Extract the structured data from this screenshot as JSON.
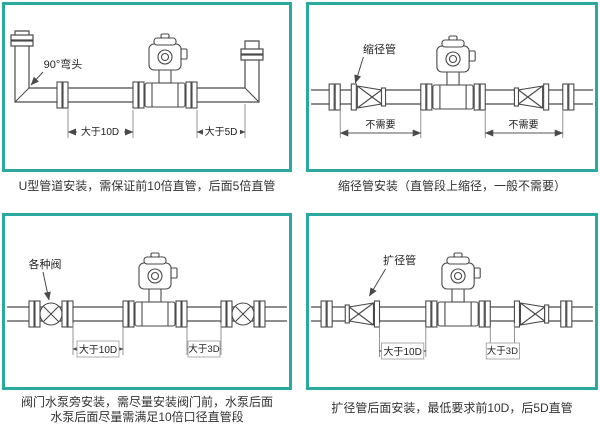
{
  "colors": {
    "panel_border": "#2BA9A1",
    "line_art": "#4a4a4a",
    "caption_text": "#333333"
  },
  "panels": [
    {
      "id": "u-pipe",
      "caption_lines": [
        "U型管道安装，需保证前10倍直管，后面5倍直管"
      ],
      "labels": {
        "callout": "90°弯头",
        "dim_left": "大于10D",
        "dim_right": "大于5D"
      }
    },
    {
      "id": "reducer",
      "caption_lines": [
        "缩径管安装（直管段上缩径，一般不需要）"
      ],
      "labels": {
        "callout": "缩径管",
        "dim_left": "不需要",
        "dim_right": "不需要"
      }
    },
    {
      "id": "valve-pump",
      "caption_lines": [
        "阀门水泵旁安装，需尽量安装阀门前，水泵后面",
        "水泵后面尽量需满足10倍口径直管段"
      ],
      "labels": {
        "callout": "各种阀",
        "dim_left": "大于10D",
        "dim_right": "大于3D"
      }
    },
    {
      "id": "expander",
      "caption_lines": [
        "扩径管后面安装，最低要求前10D，后5D直管"
      ],
      "labels": {
        "callout": "扩径管",
        "dim_left": "大于10D",
        "dim_right": "大于3D"
      }
    }
  ]
}
